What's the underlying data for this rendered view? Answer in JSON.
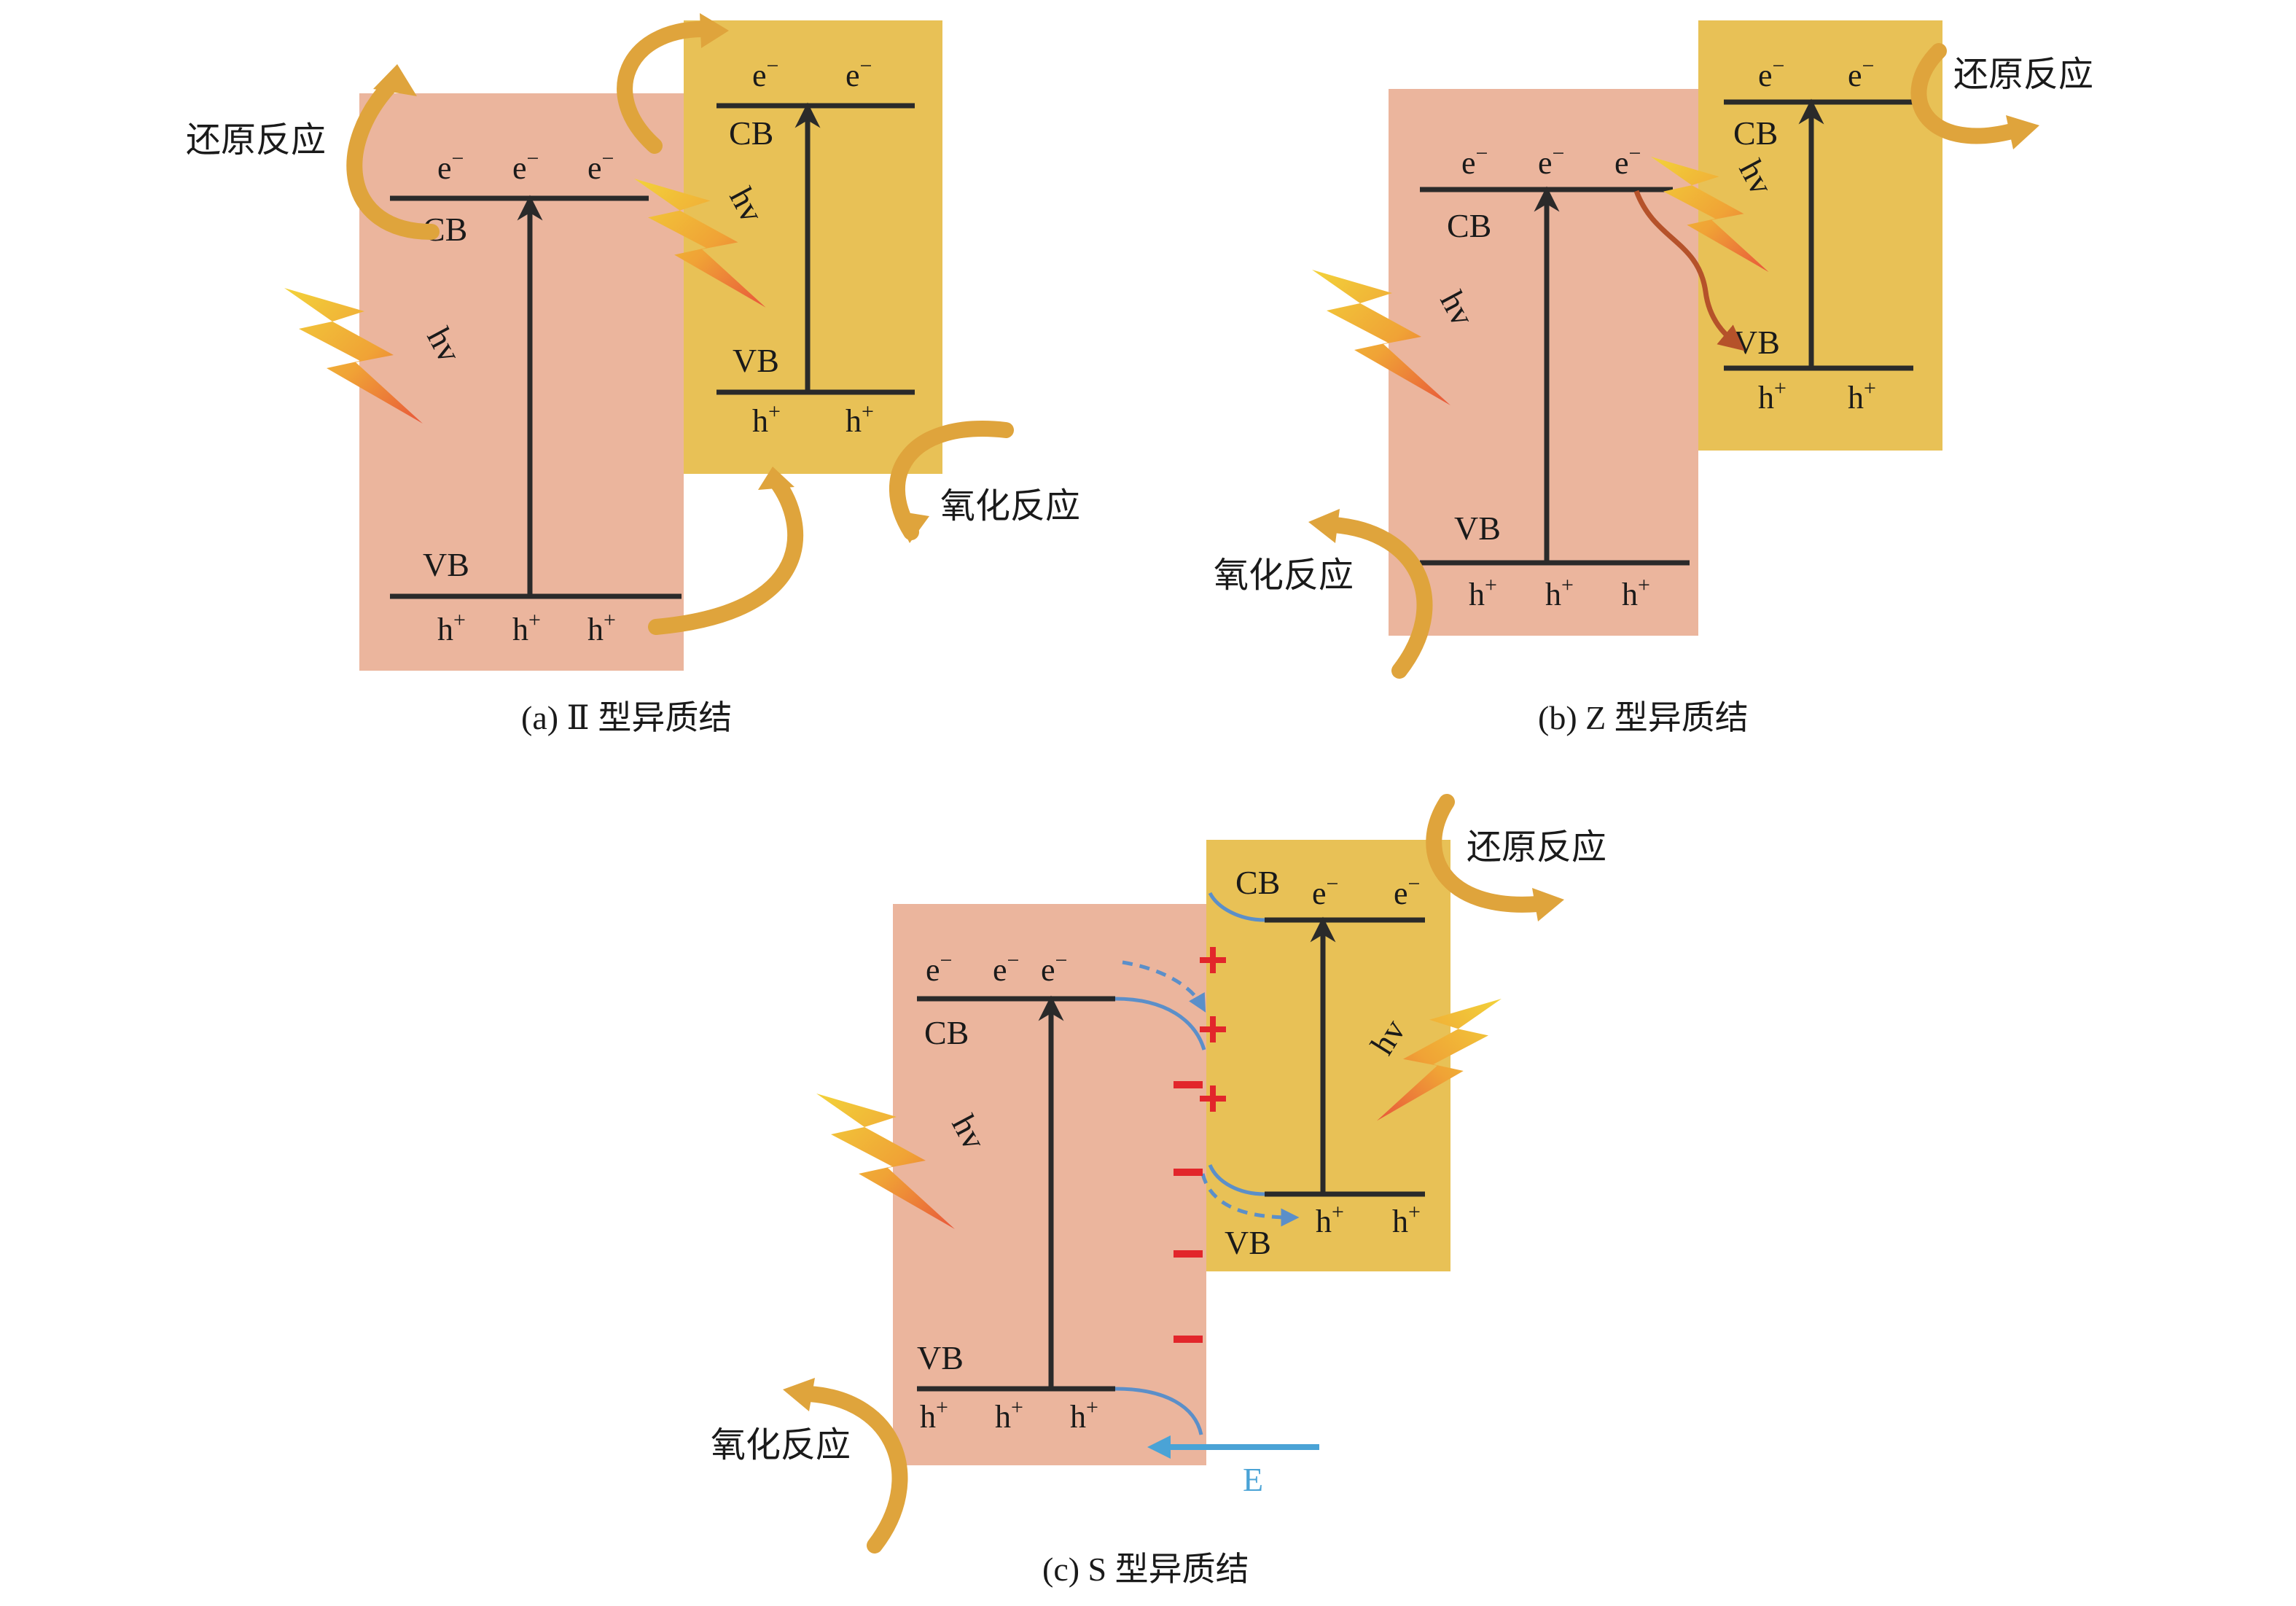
{
  "colors": {
    "semiconductor_left": "#ebb59d",
    "semiconductor_right": "#e8c156",
    "arrow_reaction": "#dfa43c",
    "lightning_top": "#f2d23a",
    "lightning_bottom": "#e8563a",
    "level_line": "#2a2a2a",
    "field_arrow": "#4aa3d6",
    "charge_red": "#e2262b",
    "band_bend": "#5b8fc9",
    "electron_transfer": "#b5522a"
  },
  "icons": [
    "lightning-icon",
    "curved-arrow-icon",
    "vertical-arrow-icon",
    "plus-sign-icon",
    "minus-sign-icon"
  ],
  "panels": {
    "a": {
      "caption": "(a) Ⅱ 型异质结",
      "reduction": "还原反应",
      "oxidation": "氧化反应",
      "left": {
        "cb": "CB",
        "vb": "VB",
        "e": "e",
        "e_sup": "−",
        "h": "h",
        "h_sup": "+",
        "hv": "hv"
      },
      "right": {
        "cb": "CB",
        "vb": "VB",
        "e": "e",
        "e_sup": "−",
        "h": "h",
        "h_sup": "+",
        "hv": "hv"
      }
    },
    "b": {
      "caption": "(b) Z 型异质结",
      "reduction": "还原反应",
      "oxidation": "氧化反应",
      "left": {
        "cb": "CB",
        "vb": "VB",
        "e": "e",
        "e_sup": "−",
        "h": "h",
        "h_sup": "+",
        "hv": "hv"
      },
      "right": {
        "cb": "CB",
        "vb": "VB",
        "e": "e",
        "e_sup": "−",
        "h": "h",
        "h_sup": "+",
        "hv": "hv"
      }
    },
    "c": {
      "caption": "(c) S 型异质结",
      "reduction": "还原反应",
      "oxidation": "氧化反应",
      "field": "E",
      "left": {
        "cb": "CB",
        "vb": "VB",
        "e": "e",
        "e_sup": "−",
        "h": "h",
        "h_sup": "+",
        "hv": "hv"
      },
      "right": {
        "cb": "CB",
        "vb": "VB",
        "e": "e",
        "e_sup": "−",
        "h": "h",
        "h_sup": "+",
        "hv": "hv"
      }
    }
  }
}
